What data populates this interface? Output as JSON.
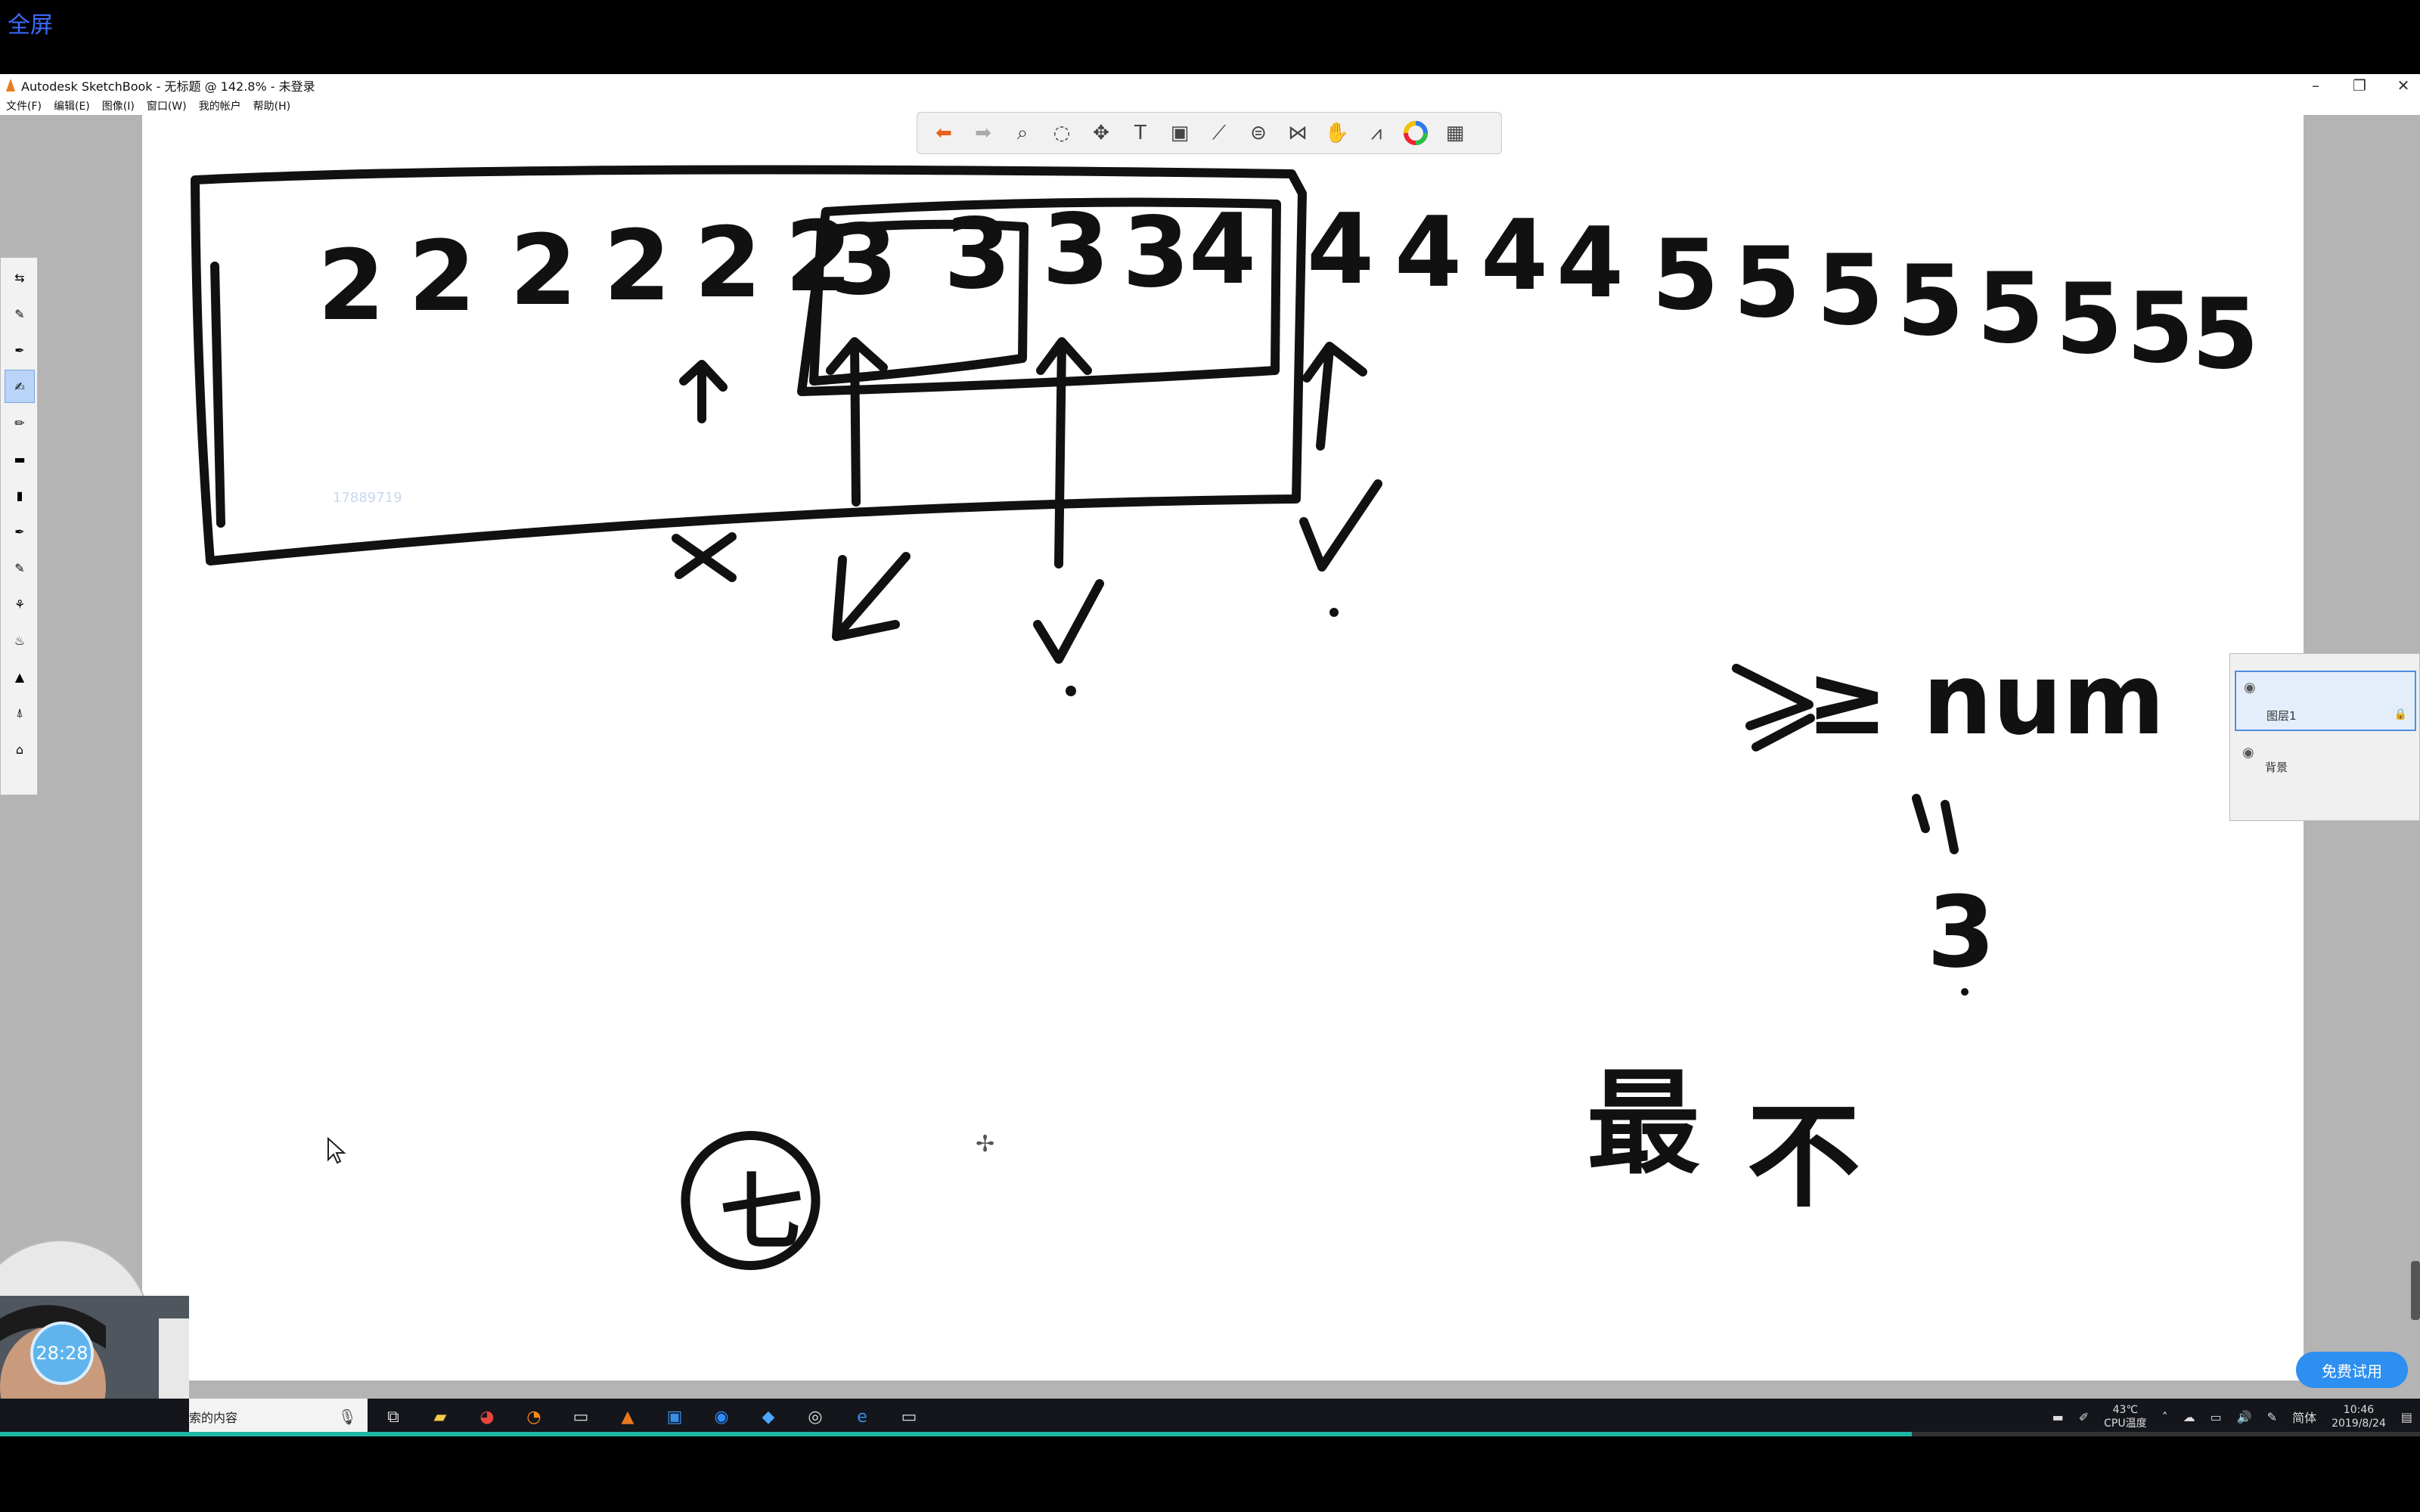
{
  "overlay": {
    "fullscreen_label": "全屏"
  },
  "window": {
    "title": "Autodesk SketchBook - 无标题 @ 142.8% - 未登录",
    "controls": {
      "minimize": "–",
      "restore": "❐",
      "close": "✕"
    },
    "menu": [
      "文件(F)",
      "编辑(E)",
      "图像(I)",
      "窗口(W)",
      "我的帐户",
      "帮助(H)"
    ]
  },
  "canvas_text": {
    "digits_inside": [
      "2",
      "2",
      "2",
      "2",
      "2",
      "2",
      "3",
      "3",
      "3",
      "3",
      "4"
    ],
    "digits_outside": [
      "4",
      "4",
      "4",
      "4",
      "5",
      "5",
      "5",
      "5",
      "5",
      "5",
      "5",
      "5"
    ],
    "marks": {
      "cross": "×",
      "check": "✓"
    },
    "ge_num": "≥ num",
    "equals": "\\\\",
    "three": "3",
    "chinese_most": "最",
    "chinese_not": "不",
    "circle_char": "七",
    "watermark": "17889719"
  },
  "layers": {
    "layer1": "图层1",
    "background": "背景"
  },
  "webcam": {
    "timer": "28:28"
  },
  "trial_button": "免费试用",
  "taskbar": {
    "search_placeholder": "索的内容",
    "temperature": "43℃",
    "temperature_label": "CPU温度",
    "ime": "简体",
    "time": "10:46",
    "date": "2019/8/24"
  },
  "colors": {
    "accent": "#2d8ff0",
    "progress": "#1fb6a8",
    "link": "#3c6cff"
  }
}
